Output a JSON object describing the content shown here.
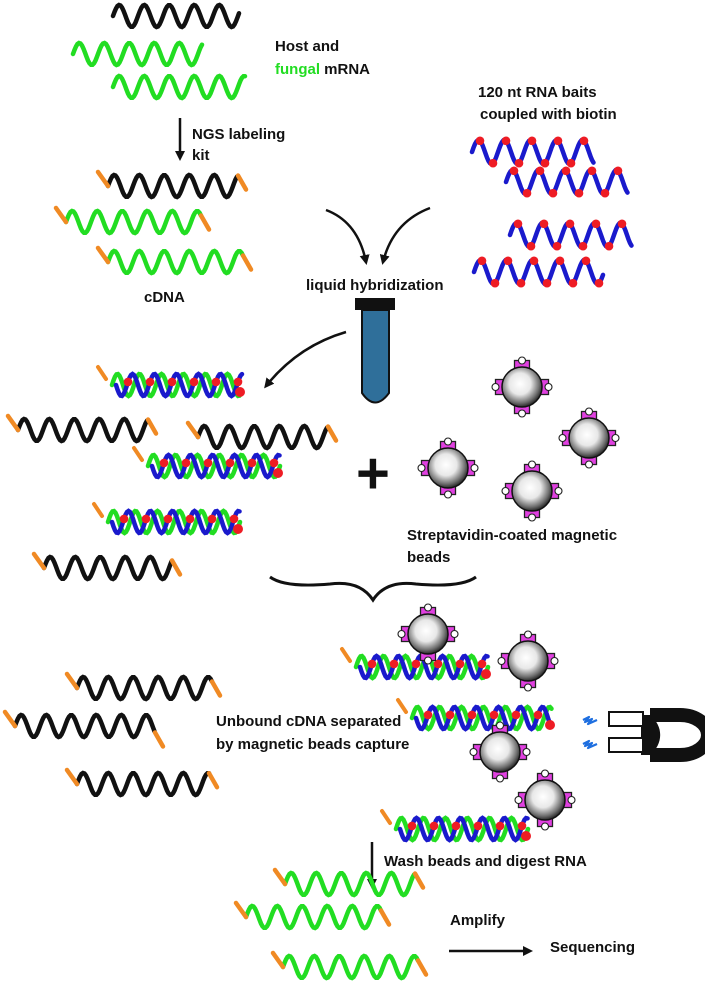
{
  "colors": {
    "host": "#111111",
    "fungal": "#22dd22",
    "bait": "#1a1acc",
    "biotin": "#ee1c24",
    "adapter": "#f08a24",
    "bead_protein": "#e040e0",
    "tube": "#2f6f9a",
    "bolt": "#1e6fe0"
  },
  "labels": {
    "host_mrna_line1": "Host and",
    "host_mrna_fungal_word": "fungal",
    "host_mrna_rest": " mRNA",
    "ngs_line1": "NGS labeling",
    "ngs_line2": "kit",
    "baits_line1": "120 nt RNA  baits",
    "baits_line2": "coupled with biotin",
    "cdna": "cDNA",
    "liquid_hyb": "liquid hybridization",
    "plus": "+",
    "beads_line1": "Streptavidin-coated magnetic",
    "beads_line2": "beads",
    "unbound_line1": "Unbound cDNA separated",
    "unbound_line2": "by magnetic beads capture",
    "wash": "Wash beads and digest RNA",
    "amplify": "Amplify",
    "sequencing": "Sequencing"
  },
  "icons": [
    "tube-icon",
    "magnet-icon",
    "lightning-bolt-icon",
    "magnetic-bead-icon",
    "arrow-icon",
    "brace-icon"
  ]
}
